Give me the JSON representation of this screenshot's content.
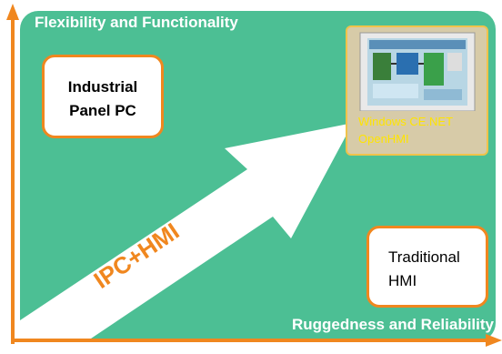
{
  "axes": {
    "y_label": "Flexibility and Functionality",
    "x_label": "Ruggedness and Reliability"
  },
  "boxes": {
    "industrial_panel_pc": "Industrial\nPanel PC",
    "traditional_hmi": "Traditional\nHMI",
    "device_caption": "Windows CE.NET\nOpenHMI"
  },
  "arrow": {
    "label": "IPC+HMI"
  },
  "colors": {
    "background_panel": "#4cbf94",
    "accent_orange": "#f0871f",
    "caption_yellow": "#ffe400",
    "arrow_white": "#ffffff"
  }
}
